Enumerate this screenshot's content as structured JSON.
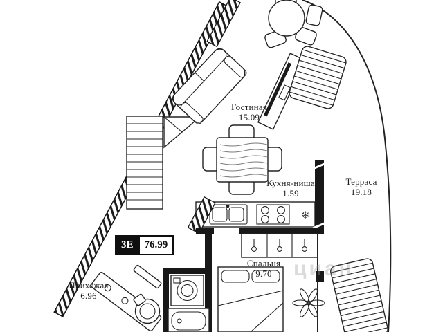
{
  "plan": {
    "badge": {
      "type": "3Е",
      "total_area": "76.99"
    },
    "rooms": [
      {
        "name": "Гостиная",
        "area": "15.09"
      },
      {
        "name": "Кухня-ниша",
        "area": "1.59"
      },
      {
        "name": "Терраса",
        "area": "19.18"
      },
      {
        "name": "Спальня",
        "area": "9.70"
      },
      {
        "name": "Прихожая",
        "area": "6.96"
      }
    ],
    "symbols": {
      "fridge_snowflake": "❄"
    },
    "watermark": "циан",
    "colors": {
      "wall": "#181818",
      "line": "#232323",
      "background": "#ffffff"
    }
  }
}
